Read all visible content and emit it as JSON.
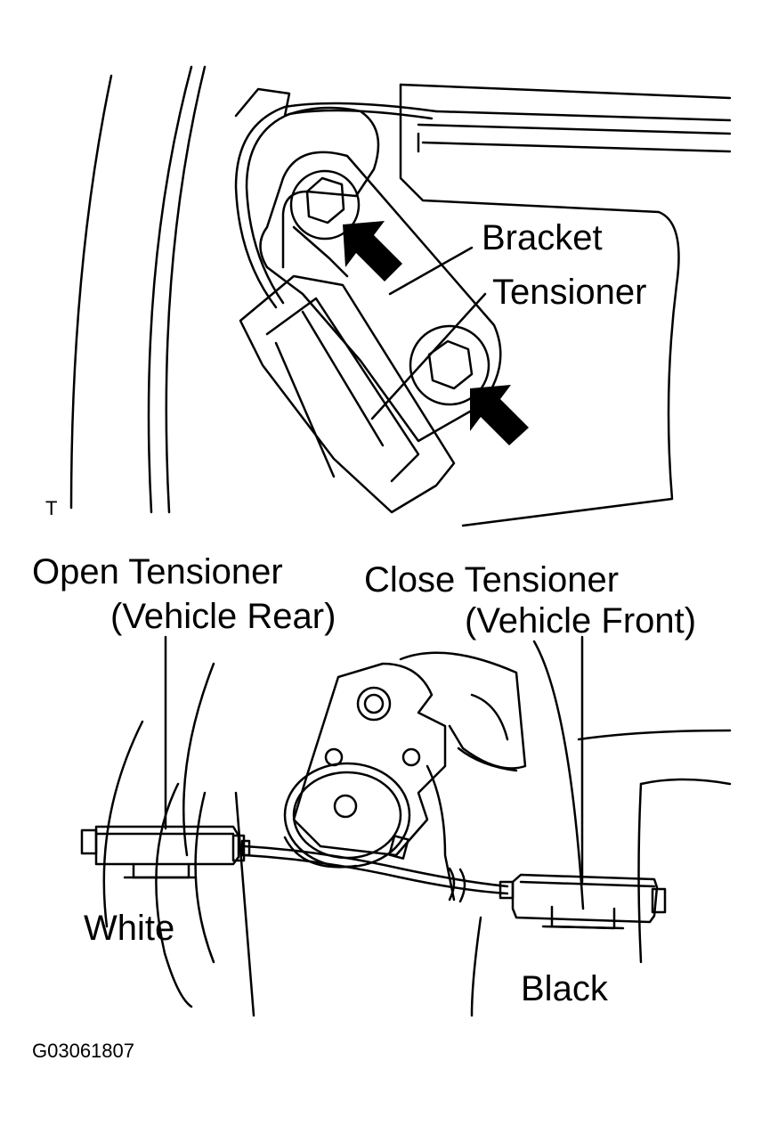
{
  "top_view": {
    "corner_mark": "T",
    "label_bracket": "Bracket",
    "label_tensioner": "Tensioner"
  },
  "bottom_view": {
    "open_tensioner_line1": "Open Tensioner",
    "open_tensioner_line2": "(Vehicle Rear)",
    "close_tensioner_line1": "Close Tensioner",
    "close_tensioner_line2": "(Vehicle Front)",
    "label_white": "White",
    "label_black": "Black"
  },
  "figure_id": "G03061807"
}
